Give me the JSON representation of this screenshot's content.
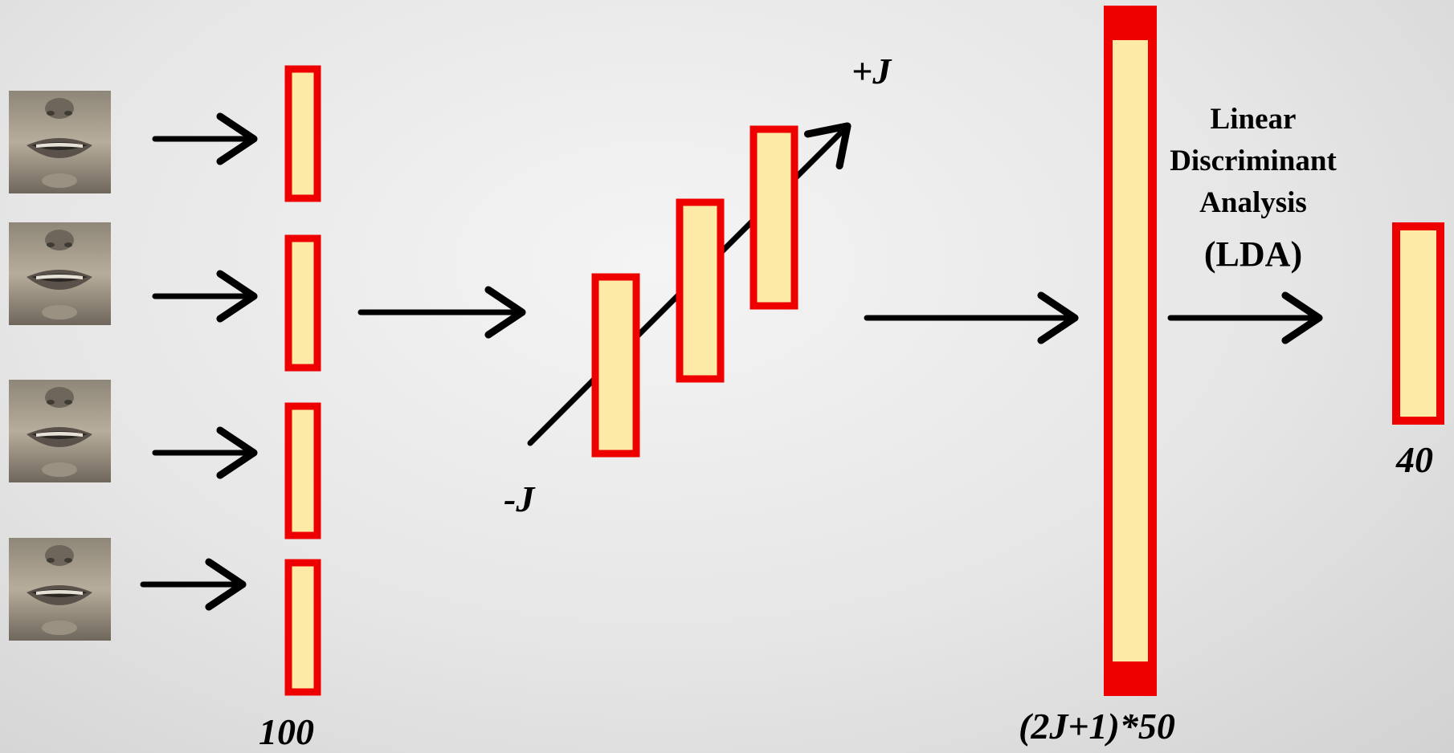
{
  "diagram": {
    "labels": {
      "frame_dim": "100",
      "minus_j": "-J",
      "plus_j": "+J",
      "concat_dim": "(2J+1)*50",
      "output_dim": "40"
    },
    "lda": {
      "line1": "Linear",
      "line2": "Discriminant",
      "line3": "Analysis",
      "line4": "(LDA)"
    },
    "face_frames": [
      "mouth frame 1",
      "mouth frame 2",
      "mouth frame 3",
      "mouth frame 4"
    ],
    "colors": {
      "vector_border": "#ee0000",
      "vector_fill": "#fdeaa6",
      "arrow": "#000000"
    }
  }
}
